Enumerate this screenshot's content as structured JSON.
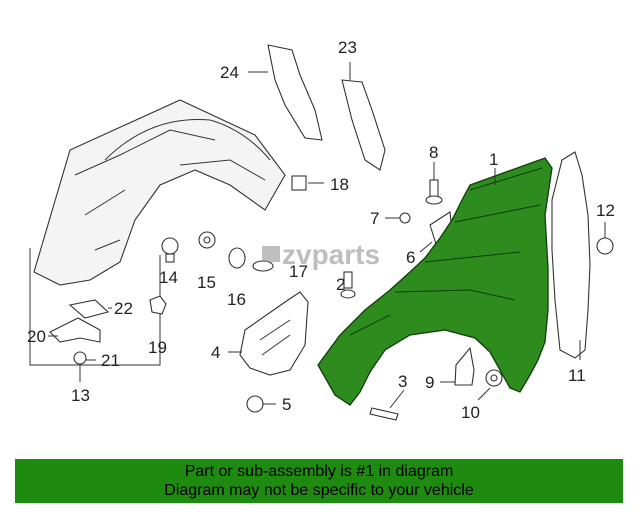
{
  "diagram": {
    "callouts": [
      "1",
      "2",
      "3",
      "4",
      "5",
      "6",
      "7",
      "8",
      "9",
      "10",
      "11",
      "12",
      "13",
      "14",
      "15",
      "16",
      "17",
      "18",
      "19",
      "20",
      "21",
      "22",
      "23",
      "24"
    ],
    "highlight_color": "#2e8b1e",
    "watermark": "zvparts"
  },
  "banner": {
    "line1": "Part or sub-assembly is #1 in diagram",
    "line2": "Diagram may not be specific to your vehicle",
    "background": "#1f8a10"
  }
}
